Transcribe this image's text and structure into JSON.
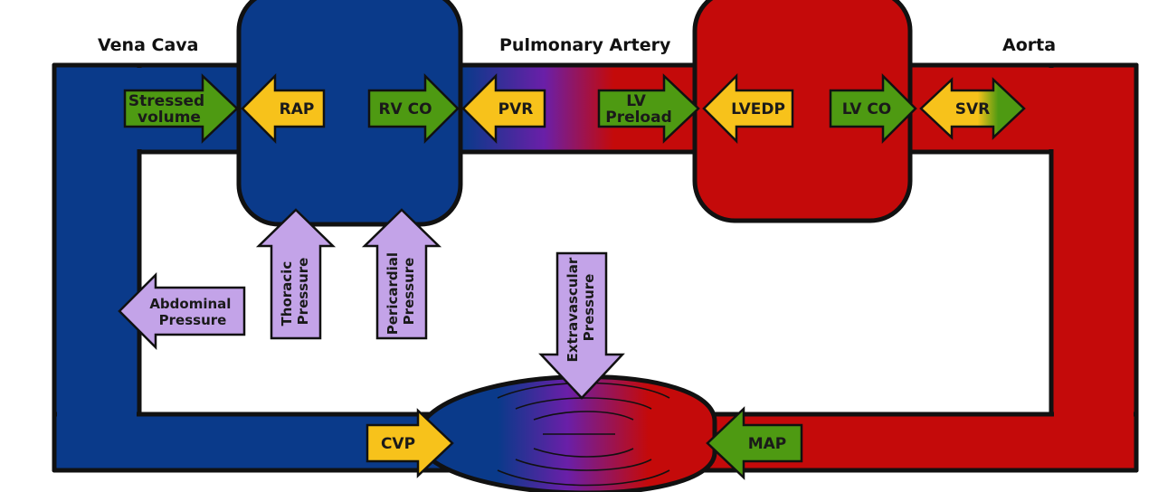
{
  "labels": {
    "vena_cava": "Vena Cava",
    "pulmonary_artery": "Pulmonary Artery",
    "aorta": "Aorta"
  },
  "arrows": {
    "stressed_volume": [
      "Stressed",
      "volume"
    ],
    "rap": "RAP",
    "rv_co": "RV CO",
    "pvr": "PVR",
    "lv_preload": [
      "LV",
      "Preload"
    ],
    "lvedp": "LVEDP",
    "lv_co": "LV CO",
    "svr": "SVR",
    "thoracic_pressure": [
      "Thoracic",
      "Pressure"
    ],
    "pericardial_pressure": [
      "Pericardial",
      "Pressure"
    ],
    "abdominal_pressure": [
      "Abdominal",
      "Pressure"
    ],
    "extravascular_pressure": [
      "Extravascular",
      "Pressure"
    ],
    "cvp": "CVP",
    "map": "MAP"
  },
  "colors": {
    "venous_blue": "#0a3a8a",
    "arterial_red": "#c40a0a",
    "transition_purple": "#6a1fa8",
    "green_arrow": "#4e9a12",
    "yellow_arrow": "#f7c21b",
    "lavender_arrow": "#c3a3e8"
  }
}
